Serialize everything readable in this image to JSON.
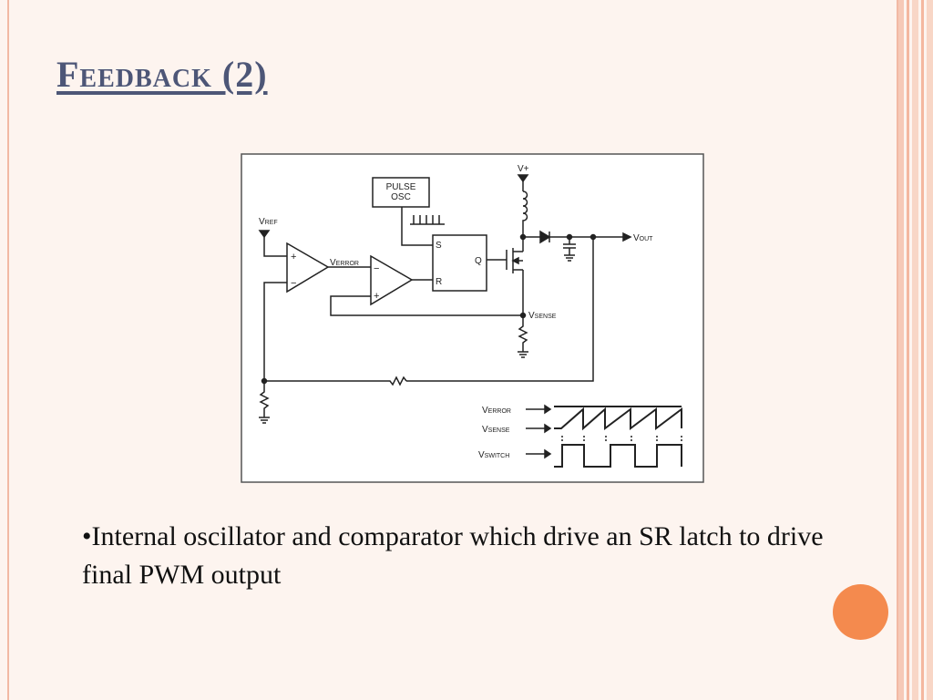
{
  "slide": {
    "title": "Feedback (2)",
    "bullet": "•Internal oscillator and comparator which drive an SR latch to drive final PWM output"
  },
  "diagram": {
    "pulse_osc": [
      "PULSE",
      "OSC"
    ],
    "vplus": "V+",
    "vref": {
      "main": "V",
      "sub": "REF"
    },
    "verror": {
      "main": "V",
      "sub": "ERROR"
    },
    "vout": {
      "main": "V",
      "sub": "OUT"
    },
    "vsense": {
      "main": "V",
      "sub": "SENSE"
    },
    "latch": {
      "s": "S",
      "r": "R",
      "q": "Q"
    },
    "amp_signs": {
      "plus": "+",
      "minus": "−"
    },
    "waveforms": {
      "verror": {
        "main": "V",
        "sub": "ERROR"
      },
      "vsense": {
        "main": "V",
        "sub": "SENSE"
      },
      "vswitch": {
        "main": "V",
        "sub": "SWITCH"
      }
    }
  },
  "colors": {
    "title": "#4d5677",
    "accent_dot": "#f48a4e",
    "border": "#f2b9a4"
  }
}
